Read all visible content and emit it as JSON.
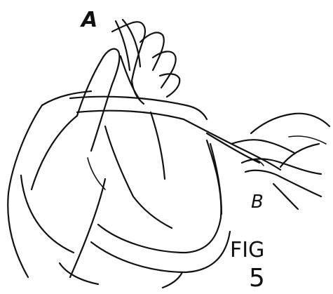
{
  "figure": {
    "label_a": "A",
    "label_b": "B",
    "fig_word": "FIG",
    "fig_number": "5"
  },
  "colors": {
    "ink": "#111111",
    "paper": "#ffffff"
  }
}
